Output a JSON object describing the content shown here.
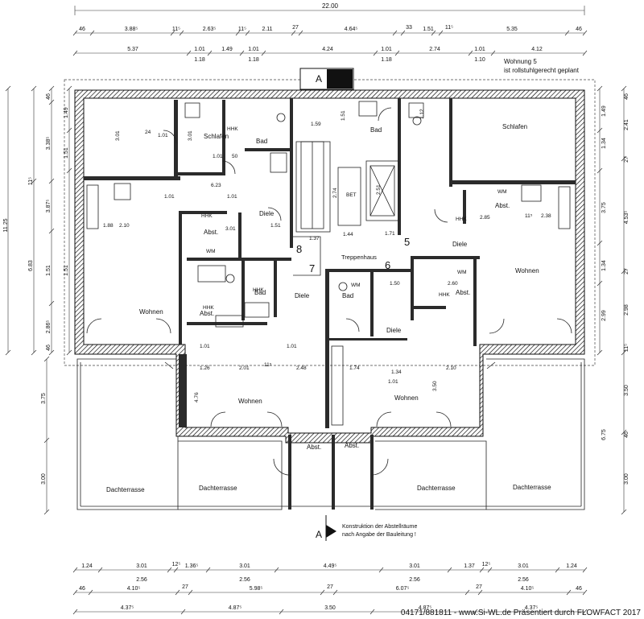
{
  "overall_width": "22.00",
  "top_dims_row1": [
    "46",
    "3.88⁵",
    "11⁵",
    "2.63⁵",
    "11⁵",
    "2.11",
    "27",
    "4.64⁵",
    "33",
    "1.51",
    "11⁵",
    "5.35",
    "46"
  ],
  "top_dims_row2": [
    "5.37",
    "1.01",
    "1.49",
    "1.01",
    "4.24",
    "1.01",
    "2.74",
    "1.01",
    "4.12"
  ],
  "top_dims_row3": [
    "1.18",
    "1.18",
    "1.18",
    "1.10"
  ],
  "left_dims_outer": [
    "11.25"
  ],
  "left_dims_col2": [
    "11⁵",
    "6.83"
  ],
  "left_dims_col3": [
    "46",
    "3.38⁵",
    "3.87⁵",
    "1.51",
    "2.86⁵",
    "46"
  ],
  "left_dims_col4": [
    "1.49",
    "1.51",
    "1.51"
  ],
  "right_dims_col1": [
    "46",
    "2.41",
    "27",
    "4.53⁵",
    "27",
    "2.98",
    "11⁵",
    "3.50",
    "46",
    "6.75",
    "3.00"
  ],
  "right_dims_col2": [
    "1.49",
    "1.34",
    "3.75",
    "1.34",
    "2.99"
  ],
  "left_lower_dims": [
    "3.75",
    "3.00"
  ],
  "bottom_dims_row1": [
    "1.24",
    "3.01",
    "12⁵",
    "1.36⁵",
    "3.01",
    "4.49⁵",
    "3.01",
    "1.37",
    "12⁵",
    "3.01",
    "1.24"
  ],
  "bottom_dims_row2": [
    "2.56",
    "2.56",
    "2.56",
    "2.56"
  ],
  "bottom_dims_row3": [
    "46",
    "4.10⁵",
    "27",
    "5.98⁵",
    "27",
    "6.07⁵",
    "27",
    "4.10⁵",
    "46"
  ],
  "bottom_dims_row4": [
    "4.37⁵",
    "4.87⁵",
    "3.50",
    "4.87⁵",
    "4.37⁵"
  ],
  "section_marker_top": "A",
  "section_marker_bottom": "A",
  "note_top_right": [
    "Wohnung 5",
    "ist rollstuhlgerecht geplant"
  ],
  "note_bottom": [
    "Konstruktion  der Abstellräume",
    "nach Angabe der Bauleitung !"
  ],
  "apartment_numbers": [
    "8",
    "7",
    "6",
    "5"
  ],
  "stair_label": "Treppenhaus",
  "rooms": {
    "schlafen_left": "Schlafen",
    "bad_left": "Bad",
    "diele_left": "Diele",
    "abst_left": "Abst.",
    "wohnen_left": "Wohnen",
    "bad_center": "Bad",
    "schlafen_right": "Schlafen",
    "abst_right": "Abst.",
    "diele_right": "Diele",
    "wohnen_right": "Wohnen",
    "bad_8": "Bad",
    "abst_8": "Abst.",
    "diele_7": "Diele",
    "wohnen_8": "Wohnen",
    "bad_6": "Bad",
    "diele_6": "Diele",
    "abst_6": "Abst.",
    "wohnen_6": "Wohnen",
    "abst_b1": "Abst.",
    "abst_b2": "Abst.",
    "terr1": "Dachterrasse",
    "terr2": "Dachterrasse",
    "terr3": "Dachterrasse",
    "terr4": "Dachterrasse"
  },
  "fixture_labels": [
    "WM",
    "HHK",
    "BET",
    "WM",
    "HHK",
    "HHK",
    "WM",
    "HHK",
    "WM",
    "HHK",
    "HHK"
  ],
  "inner_dims": [
    "24",
    "1.01",
    "3.01",
    "1.01",
    "50",
    "1.59",
    "1.51",
    "1.12",
    "3.01",
    "1.01",
    "6.23",
    "1.01",
    "1.88",
    "2.10",
    "3.01",
    "1.51",
    "2.51",
    "2.74",
    "1.37",
    "1.44",
    "1.71",
    "2.85",
    "11⁵",
    "2.38",
    "1.50",
    "2.60",
    "2.01",
    "11⁵",
    "2.48",
    "1.74",
    "1.34",
    "2.10",
    "4.76",
    "3.50",
    "1.26",
    "1.01",
    "1.01",
    "1.01"
  ],
  "credit": "04171/881811 - www.Si-WL.de Präsentiert durch FLOWFACT 2017"
}
